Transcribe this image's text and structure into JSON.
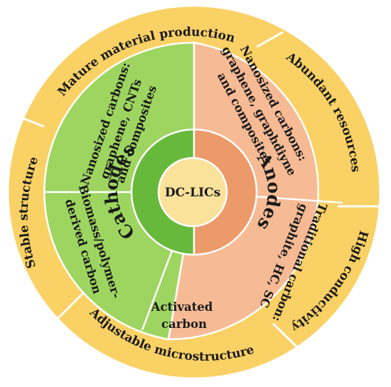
{
  "center": {
    "label": "DC-LICs"
  },
  "inner_ring": {
    "cathodes_label": "Cathodes",
    "anodes_label": "Anodes"
  },
  "cathode_segments": [
    {
      "lines": [
        "Nanosized carbons:",
        "graphene, CNTs",
        "and composites"
      ]
    },
    {
      "lines": [
        "Biomass/polymer-",
        "derived carbon"
      ]
    },
    {
      "lines": [
        "Activated",
        "carbon"
      ]
    }
  ],
  "anode_segments": [
    {
      "lines": [
        "Nanosized carbons:",
        "graphene, graphdiyne",
        "and composites"
      ]
    },
    {
      "lines": [
        "Traditional carbon:",
        "graphite, HC, SC"
      ]
    }
  ],
  "outer_ring_labels": [
    "Mature material production",
    "Abundant resources",
    "High conductivity",
    "Adjustable microstructure",
    "Stable structure"
  ],
  "colors": {
    "outer_ring": "#FAD165",
    "cathode_outer": "#9ED560",
    "cathode_inner": "#67B93B",
    "anode_outer": "#F6BB95",
    "anode_inner": "#EC9A69",
    "center": "#FBE29A",
    "stroke": "#ffffff"
  }
}
